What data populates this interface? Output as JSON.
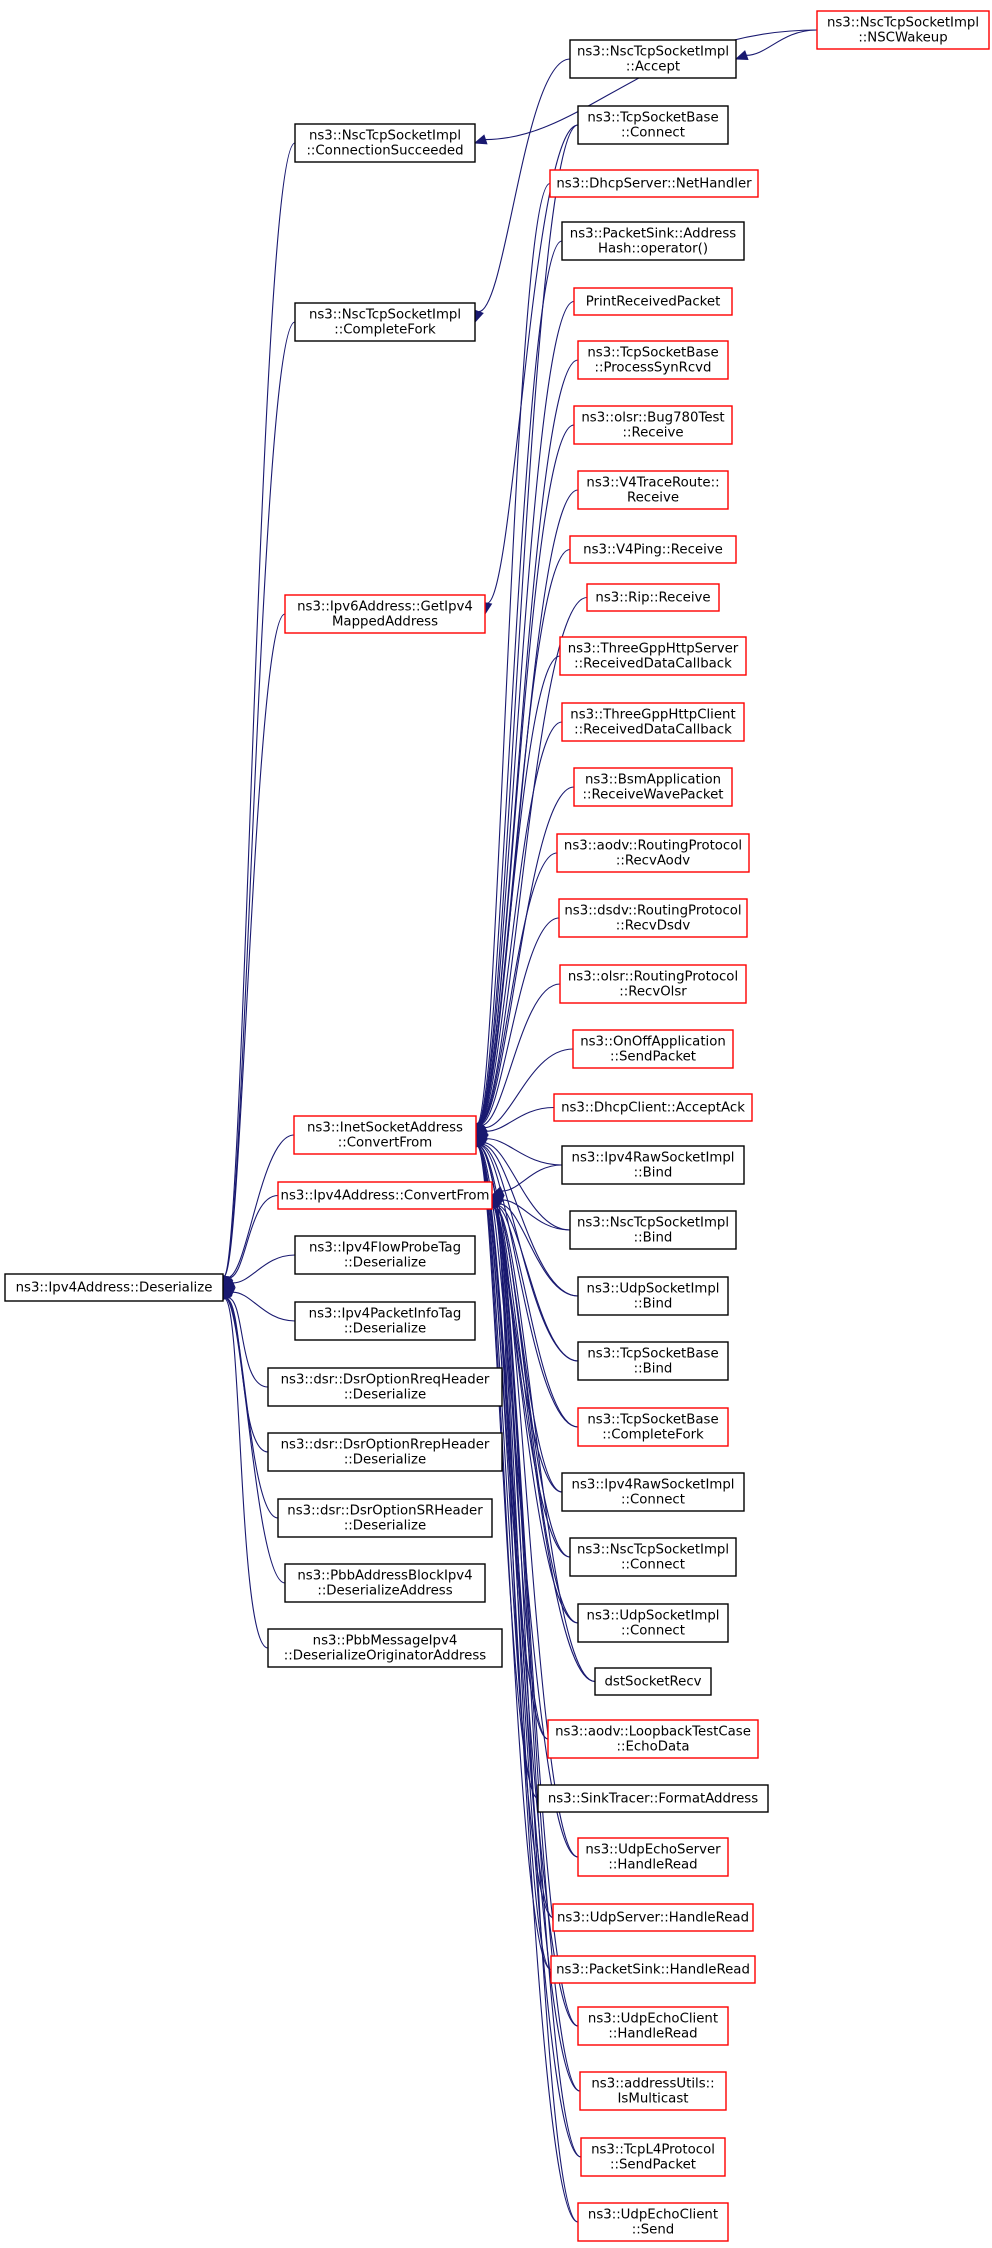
{
  "colors": {
    "edge": "#191970",
    "black_border": "#000000",
    "red_border": "#ff0000",
    "root_fill": "#bfbfbf"
  },
  "nodes": [
    {
      "id": "root",
      "lines": [
        "ns3::Ipv4Address::Deserialize"
      ],
      "border": "black",
      "root": true
    },
    {
      "id": "connsucc",
      "lines": [
        "ns3::NscTcpSocketImpl",
        "::ConnectionSucceeded"
      ],
      "border": "black"
    },
    {
      "id": "nscwakeup",
      "lines": [
        "ns3::NscTcpSocketImpl",
        "::NSCWakeup"
      ],
      "border": "red"
    },
    {
      "id": "accept",
      "lines": [
        "ns3::NscTcpSocketImpl",
        "::Accept"
      ],
      "border": "black"
    },
    {
      "id": "completefork",
      "lines": [
        "ns3::NscTcpSocketImpl",
        "::CompleteFork"
      ],
      "border": "black"
    },
    {
      "id": "getipv4mapped",
      "lines": [
        "ns3::Ipv6Address::GetIpv4",
        "MappedAddress"
      ],
      "border": "red"
    },
    {
      "id": "inetconv",
      "lines": [
        "ns3::InetSocketAddress",
        "::ConvertFrom"
      ],
      "border": "red"
    },
    {
      "id": "ipv4conv",
      "lines": [
        "ns3::Ipv4Address::ConvertFrom"
      ],
      "border": "red"
    },
    {
      "id": "flowprobe",
      "lines": [
        "ns3::Ipv4FlowProbeTag",
        "::Deserialize"
      ],
      "border": "black"
    },
    {
      "id": "pktinfo",
      "lines": [
        "ns3::Ipv4PacketInfoTag",
        "::Deserialize"
      ],
      "border": "black"
    },
    {
      "id": "rreq",
      "lines": [
        "ns3::dsr::DsrOptionRreqHeader",
        "::Deserialize"
      ],
      "border": "black"
    },
    {
      "id": "rrep",
      "lines": [
        "ns3::dsr::DsrOptionRrepHeader",
        "::Deserialize"
      ],
      "border": "black"
    },
    {
      "id": "srh",
      "lines": [
        "ns3::dsr::DsrOptionSRHeader",
        "::Deserialize"
      ],
      "border": "black"
    },
    {
      "id": "pbbblock",
      "lines": [
        "ns3::PbbAddressBlockIpv4",
        "::DeserializeAddress"
      ],
      "border": "black"
    },
    {
      "id": "pbbmsg",
      "lines": [
        "ns3::PbbMessageIpv4",
        "::DeserializeOriginatorAddress"
      ],
      "border": "black"
    },
    {
      "id": "tcpconnect",
      "lines": [
        "ns3::TcpSocketBase",
        "::Connect"
      ],
      "border": "black"
    },
    {
      "id": "dhcpnet",
      "lines": [
        "ns3::DhcpServer::NetHandler"
      ],
      "border": "red"
    },
    {
      "id": "pktsinkhash",
      "lines": [
        "ns3::PacketSink::Address",
        "Hash::operator()"
      ],
      "border": "black"
    },
    {
      "id": "printrecv",
      "lines": [
        "PrintReceivedPacket"
      ],
      "border": "red"
    },
    {
      "id": "procsyn",
      "lines": [
        "ns3::TcpSocketBase",
        "::ProcessSynRcvd"
      ],
      "border": "red"
    },
    {
      "id": "bug780",
      "lines": [
        "ns3::olsr::Bug780Test",
        "::Receive"
      ],
      "border": "red"
    },
    {
      "id": "v4trace",
      "lines": [
        "ns3::V4TraceRoute::",
        "Receive"
      ],
      "border": "red"
    },
    {
      "id": "v4ping",
      "lines": [
        "ns3::V4Ping::Receive"
      ],
      "border": "red"
    },
    {
      "id": "rip",
      "lines": [
        "ns3::Rip::Receive"
      ],
      "border": "red"
    },
    {
      "id": "httpserver",
      "lines": [
        "ns3::ThreeGppHttpServer",
        "::ReceivedDataCallback"
      ],
      "border": "red"
    },
    {
      "id": "httpclient",
      "lines": [
        "ns3::ThreeGppHttpClient",
        "::ReceivedDataCallback"
      ],
      "border": "red"
    },
    {
      "id": "bsm",
      "lines": [
        "ns3::BsmApplication",
        "::ReceiveWavePacket"
      ],
      "border": "red"
    },
    {
      "id": "aodvrecv",
      "lines": [
        "ns3::aodv::RoutingProtocol",
        "::RecvAodv"
      ],
      "border": "red"
    },
    {
      "id": "dsdvrecv",
      "lines": [
        "ns3::dsdv::RoutingProtocol",
        "::RecvDsdv"
      ],
      "border": "red"
    },
    {
      "id": "olsrrecv",
      "lines": [
        "ns3::olsr::RoutingProtocol",
        "::RecvOlsr"
      ],
      "border": "red"
    },
    {
      "id": "onoff",
      "lines": [
        "ns3::OnOffApplication",
        "::SendPacket"
      ],
      "border": "red"
    },
    {
      "id": "dhcpack",
      "lines": [
        "ns3::DhcpClient::AcceptAck"
      ],
      "border": "red"
    },
    {
      "id": "rawbind",
      "lines": [
        "ns3::Ipv4RawSocketImpl",
        "::Bind"
      ],
      "border": "black"
    },
    {
      "id": "nscbind",
      "lines": [
        "ns3::NscTcpSocketImpl",
        "::Bind"
      ],
      "border": "black"
    },
    {
      "id": "udpbind",
      "lines": [
        "ns3::UdpSocketImpl",
        "::Bind"
      ],
      "border": "black"
    },
    {
      "id": "tcpbind",
      "lines": [
        "ns3::TcpSocketBase",
        "::Bind"
      ],
      "border": "black"
    },
    {
      "id": "tcpcompletefork",
      "lines": [
        "ns3::TcpSocketBase",
        "::CompleteFork"
      ],
      "border": "red"
    },
    {
      "id": "rawconnect",
      "lines": [
        "ns3::Ipv4RawSocketImpl",
        "::Connect"
      ],
      "border": "black"
    },
    {
      "id": "nscconnect",
      "lines": [
        "ns3::NscTcpSocketImpl",
        "::Connect"
      ],
      "border": "black"
    },
    {
      "id": "udpconnect",
      "lines": [
        "ns3::UdpSocketImpl",
        "::Connect"
      ],
      "border": "black"
    },
    {
      "id": "dstsock",
      "lines": [
        "dstSocketRecv"
      ],
      "border": "black"
    },
    {
      "id": "echodata",
      "lines": [
        "ns3::aodv::LoopbackTestCase",
        "::EchoData"
      ],
      "border": "red"
    },
    {
      "id": "sinktracer",
      "lines": [
        "ns3::SinkTracer::FormatAddress"
      ],
      "border": "black"
    },
    {
      "id": "echoserverread",
      "lines": [
        "ns3::UdpEchoServer",
        "::HandleRead"
      ],
      "border": "red"
    },
    {
      "id": "udpserverread",
      "lines": [
        "ns3::UdpServer::HandleRead"
      ],
      "border": "red"
    },
    {
      "id": "pktsinkread",
      "lines": [
        "ns3::PacketSink::HandleRead"
      ],
      "border": "red"
    },
    {
      "id": "echoclientread",
      "lines": [
        "ns3::UdpEchoClient",
        "::HandleRead"
      ],
      "border": "red"
    },
    {
      "id": "ismulticast",
      "lines": [
        "ns3::addressUtils::",
        "IsMulticast"
      ],
      "border": "red"
    },
    {
      "id": "l4send",
      "lines": [
        "ns3::TcpL4Protocol",
        "::SendPacket"
      ],
      "border": "red"
    },
    {
      "id": "echoclientsend",
      "lines": [
        "ns3::UdpEchoClient",
        "::Send"
      ],
      "border": "red"
    }
  ],
  "edges": [
    {
      "from": "connsucc",
      "to": "root"
    },
    {
      "from": "completefork",
      "to": "root"
    },
    {
      "from": "getipv4mapped",
      "to": "root"
    },
    {
      "from": "inetconv",
      "to": "root"
    },
    {
      "from": "ipv4conv",
      "to": "root"
    },
    {
      "from": "flowprobe",
      "to": "root"
    },
    {
      "from": "pktinfo",
      "to": "root"
    },
    {
      "from": "rreq",
      "to": "root"
    },
    {
      "from": "rrep",
      "to": "root"
    },
    {
      "from": "srh",
      "to": "root"
    },
    {
      "from": "pbbblock",
      "to": "root"
    },
    {
      "from": "pbbmsg",
      "to": "root"
    },
    {
      "from": "nscwakeup",
      "to": "connsucc"
    },
    {
      "from": "nscwakeup",
      "to": "accept"
    },
    {
      "from": "accept",
      "to": "completefork"
    },
    {
      "from": "tcpconnect",
      "to": "getipv4mapped"
    },
    {
      "from": "tcpconnect",
      "to": "inetconv"
    },
    {
      "from": "dhcpnet",
      "to": "inetconv"
    },
    {
      "from": "pktsinkhash",
      "to": "inetconv"
    },
    {
      "from": "printrecv",
      "to": "inetconv"
    },
    {
      "from": "procsyn",
      "to": "inetconv"
    },
    {
      "from": "bug780",
      "to": "inetconv"
    },
    {
      "from": "v4trace",
      "to": "inetconv"
    },
    {
      "from": "v4ping",
      "to": "inetconv"
    },
    {
      "from": "rip",
      "to": "inetconv"
    },
    {
      "from": "httpserver",
      "to": "inetconv"
    },
    {
      "from": "httpclient",
      "to": "inetconv"
    },
    {
      "from": "bsm",
      "to": "inetconv"
    },
    {
      "from": "aodvrecv",
      "to": "inetconv"
    },
    {
      "from": "dsdvrecv",
      "to": "inetconv"
    },
    {
      "from": "olsrrecv",
      "to": "inetconv"
    },
    {
      "from": "onoff",
      "to": "inetconv"
    },
    {
      "from": "dhcpack",
      "to": "inetconv"
    },
    {
      "from": "rawbind",
      "to": "inetconv"
    },
    {
      "from": "nscbind",
      "to": "inetconv"
    },
    {
      "from": "udpbind",
      "to": "inetconv"
    },
    {
      "from": "tcpbind",
      "to": "inetconv"
    },
    {
      "from": "tcpcompletefork",
      "to": "inetconv"
    },
    {
      "from": "rawconnect",
      "to": "inetconv"
    },
    {
      "from": "nscconnect",
      "to": "inetconv"
    },
    {
      "from": "udpconnect",
      "to": "inetconv"
    },
    {
      "from": "dstsock",
      "to": "inetconv"
    },
    {
      "from": "echodata",
      "to": "inetconv"
    },
    {
      "from": "sinktracer",
      "to": "inetconv"
    },
    {
      "from": "echoserverread",
      "to": "inetconv"
    },
    {
      "from": "udpserverread",
      "to": "inetconv"
    },
    {
      "from": "pktsinkread",
      "to": "inetconv"
    },
    {
      "from": "echoclientread",
      "to": "inetconv"
    },
    {
      "from": "ismulticast",
      "to": "inetconv"
    },
    {
      "from": "l4send",
      "to": "inetconv"
    },
    {
      "from": "echoclientsend",
      "to": "inetconv"
    },
    {
      "from": "rawbind",
      "to": "ipv4conv"
    },
    {
      "from": "nscbind",
      "to": "ipv4conv"
    },
    {
      "from": "udpbind",
      "to": "ipv4conv"
    },
    {
      "from": "tcpbind",
      "to": "ipv4conv"
    },
    {
      "from": "tcpcompletefork",
      "to": "ipv4conv"
    },
    {
      "from": "rawconnect",
      "to": "ipv4conv"
    },
    {
      "from": "nscconnect",
      "to": "ipv4conv"
    },
    {
      "from": "udpconnect",
      "to": "ipv4conv"
    },
    {
      "from": "dstsock",
      "to": "ipv4conv"
    },
    {
      "from": "echodata",
      "to": "ipv4conv"
    },
    {
      "from": "sinktracer",
      "to": "ipv4conv"
    },
    {
      "from": "echoserverread",
      "to": "ipv4conv"
    },
    {
      "from": "udpserverread",
      "to": "ipv4conv"
    },
    {
      "from": "pktsinkread",
      "to": "ipv4conv"
    },
    {
      "from": "echoclientread",
      "to": "ipv4conv"
    },
    {
      "from": "ismulticast",
      "to": "ipv4conv"
    },
    {
      "from": "l4send",
      "to": "ipv4conv"
    },
    {
      "from": "echoclientsend",
      "to": "ipv4conv"
    }
  ]
}
